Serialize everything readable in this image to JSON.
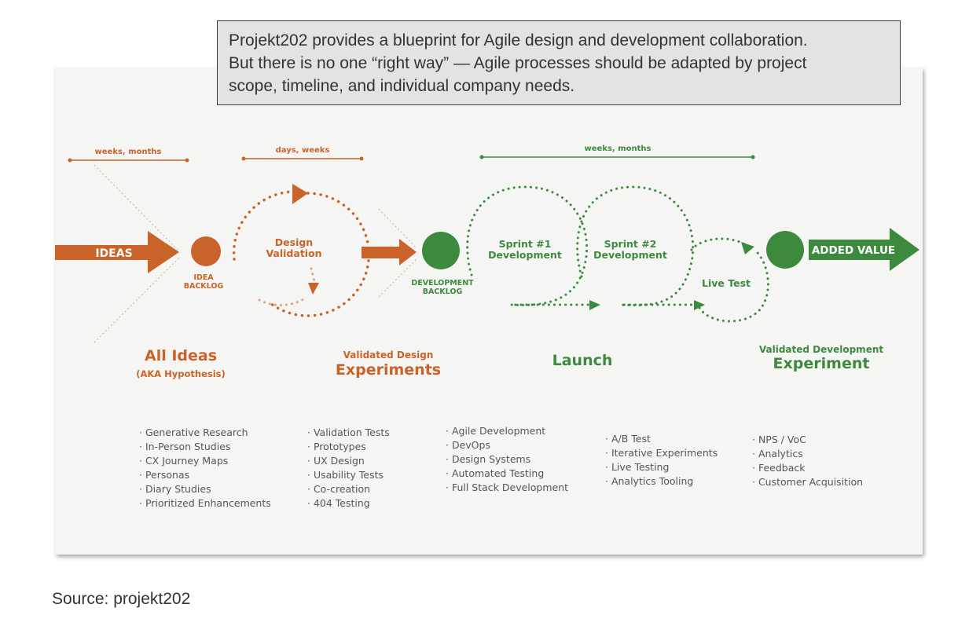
{
  "callout": {
    "line1": "Projekt202 provides a blueprint for Agile design and development collaboration.",
    "line2": "But there is no one “right way” — Agile processes should be adapted by project",
    "line3": "scope, timeline, and individual company needs."
  },
  "colors": {
    "orange": "#c9632a",
    "green": "#3d8a3e",
    "panel": "#f5f5f4",
    "text": "#555555"
  },
  "timelines": {
    "ideas": "weeks, months",
    "validation": "days, weeks",
    "development": "weeks, months"
  },
  "arrows": {
    "ideas": "IDEAS",
    "added_value": "ADDED VALUE"
  },
  "nodes": {
    "idea_backlog": {
      "line1": "IDEA",
      "line2": "BACKLOG"
    },
    "dev_backlog": {
      "line1": "DEVELOPMENT",
      "line2": "BACKLOG"
    }
  },
  "loops": {
    "design_validation": {
      "line1": "Design",
      "line2": "Validation"
    },
    "sprint1": {
      "line1": "Sprint #1",
      "line2": "Development"
    },
    "sprint2": {
      "line1": "Sprint #2",
      "line2": "Development"
    },
    "live_test": "Live Test"
  },
  "phases": {
    "all_ideas": {
      "title": "All Ideas",
      "subtitle": "(AKA Hypothesis)"
    },
    "validated_design": {
      "small": "Validated  Design",
      "big": "Experiments"
    },
    "launch": {
      "title": "Launch"
    },
    "validated_dev": {
      "small": "Validated Development",
      "big": "Experiment"
    }
  },
  "lists": {
    "all_ideas": [
      "Generative Research",
      "In-Person Studies",
      "CX Journey Maps",
      "Personas",
      "Diary Studies",
      "Prioritized Enhancements"
    ],
    "validated_design": [
      "Validation Tests",
      "Prototypes",
      "UX Design",
      "Usability Tests",
      "Co-creation",
      "404 Testing"
    ],
    "launch": [
      "Agile Development",
      "DevOps",
      "Design Systems",
      "Automated Testing",
      "Full Stack Development"
    ],
    "launch2": [
      "A/B Test",
      "Iterative Experiments",
      "Live Testing",
      "Analytics Tooling"
    ],
    "validated_dev": [
      "NPS / VoC",
      "Analytics",
      "Feedback",
      "Customer Acquisition"
    ]
  },
  "source": "Source: projekt202"
}
